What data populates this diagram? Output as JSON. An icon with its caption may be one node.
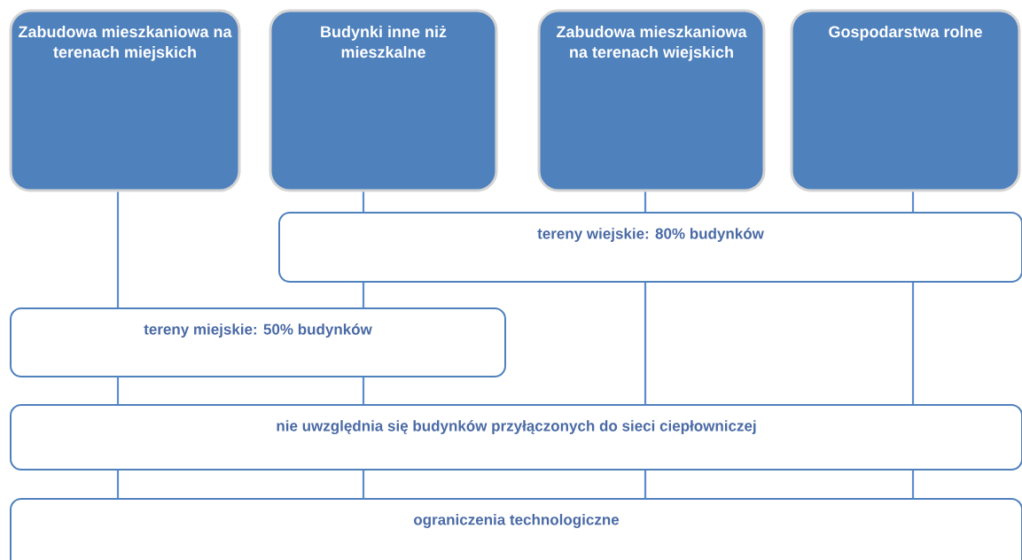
{
  "diagram": {
    "nodes": [
      {
        "text": [
          "Zabudowa mieszkaniowa na terenach miejskich"
        ]
      },
      {
        "text": [
          "Budynki inne niż mieszkalne"
        ]
      },
      {
        "text": [
          "Zabudowa mieszkaniowa na terenach wiejskich"
        ]
      },
      {
        "text": [
          "Gospodarstwa rolne"
        ]
      },
      {
        "text": [
          "tereny wiejskie: 80% budynków"
        ]
      },
      {
        "text": [
          "tereny miejskie: 50% budynków"
        ]
      },
      {
        "text": [
          "nie uwzględnia się budynków przyłączonych do sieci ciepłowniczej"
        ]
      },
      {
        "text": [
          "ograniczenia technologiczne"
        ]
      }
    ],
    "edges": [
      {
        "from": 0,
        "to": 5,
        "arrow": "none"
      },
      {
        "from": 5,
        "to": 6,
        "arrow": "none"
      },
      {
        "from": 6,
        "to": 7,
        "arrow": "none"
      },
      {
        "from": 1,
        "to": 4,
        "arrow": "none"
      },
      {
        "from": 4,
        "to": 5,
        "arrow": "none"
      },
      {
        "from": 5,
        "to": 6,
        "arrow": "none"
      },
      {
        "from": 6,
        "to": 7,
        "arrow": "none"
      },
      {
        "from": 2,
        "to": 4,
        "arrow": "none"
      },
      {
        "from": 4,
        "to": 6,
        "arrow": "none"
      },
      {
        "from": 6,
        "to": 7,
        "arrow": "none"
      },
      {
        "from": 3,
        "to": 4,
        "arrow": "none"
      },
      {
        "from": 4,
        "to": 6,
        "arrow": "none"
      },
      {
        "from": 6,
        "to": 7,
        "arrow": "none"
      }
    ]
  }
}
